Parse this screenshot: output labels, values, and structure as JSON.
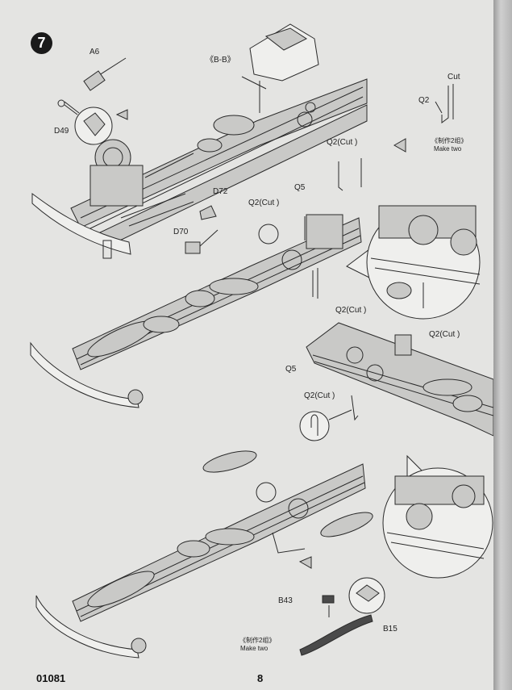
{
  "step_number": "7",
  "labels": {
    "a6": "A6",
    "d49": "D49",
    "bb": "《B-B》",
    "cut": "Cut",
    "q2": "Q2",
    "make_two_cn_1": "《制作2组》",
    "make_two_1": "Make two",
    "q2cut_top": "Q2(Cut )",
    "q5_top": "Q5",
    "q2cut_mid": "Q2(Cut )",
    "d72": "D72",
    "d70": "D70",
    "q2cut_lower": "Q2(Cut )",
    "q2cut_right": "Q2(Cut )",
    "q5_mid": "Q5",
    "q2cut_detail": "Q2(Cut )",
    "b43": "B43",
    "b15": "B15",
    "make_two_cn_2": "《制作2组》",
    "make_two_2": "Make two"
  },
  "footer": {
    "kit_number": "01081",
    "page_number": "8"
  }
}
